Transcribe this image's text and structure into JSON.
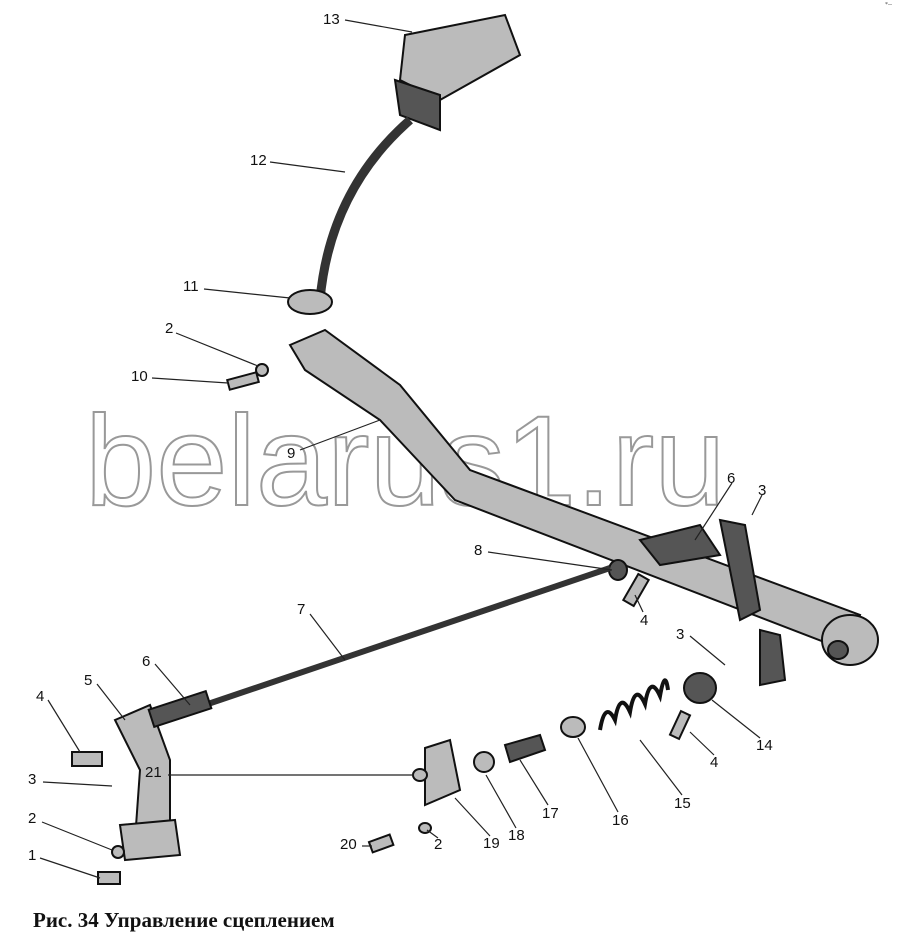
{
  "caption": "Рис. 34  Управление сцеплением",
  "watermark": "belarus1.ru",
  "corner_mark": "*--",
  "callouts": {
    "c13": "13",
    "c12": "12",
    "c11": "11",
    "c2a": "2",
    "c10": "10",
    "c9": "9",
    "c6a": "6",
    "c3a": "3",
    "c8": "8",
    "c4a": "4",
    "c7": "7",
    "c3b": "3",
    "c6b": "6",
    "c5": "5",
    "c4b": "4",
    "c14": "14",
    "c4c": "4",
    "c15": "15",
    "c16": "16",
    "c17": "17",
    "c18": "18",
    "c19": "19",
    "c21": "21",
    "c3c": "3",
    "c2b": "2",
    "c20": "20",
    "c2c": "2",
    "c1": "1"
  }
}
